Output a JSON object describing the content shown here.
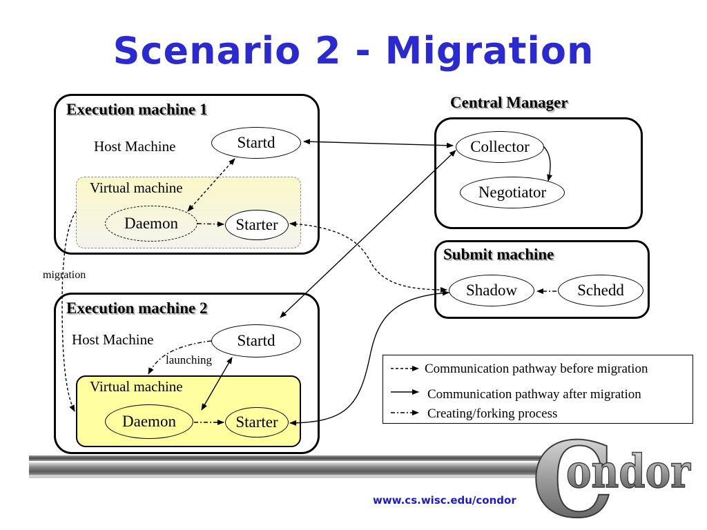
{
  "title": "Scenario 2 - Migration",
  "central_manager": {
    "heading": "Central Manager",
    "collector": "Collector",
    "negotiator": "Negotiator"
  },
  "exec1": {
    "heading": "Execution machine 1",
    "host_label": "Host Machine",
    "startd": "Startd",
    "vm_label": "Virtual machine",
    "daemon": "Daemon",
    "starter": "Starter"
  },
  "exec2": {
    "heading": "Execution machine 2",
    "host_label": "Host Machine",
    "startd": "Startd",
    "launching": "launching",
    "vm_label": "Virtual machine",
    "daemon": "Daemon",
    "starter": "Starter"
  },
  "migration_label": "migration",
  "submit": {
    "heading": "Submit machine",
    "shadow": "Shadow",
    "schedd": "Schedd"
  },
  "legend": {
    "before": "Communication pathway before migration",
    "after": "Communication pathway after migration",
    "forking": "Creating/forking process"
  },
  "logo": {
    "big_letter": "C",
    "rest": "ondor"
  },
  "url": "www.cs.wisc.edu/condor",
  "colors": {
    "title": "#2a2ad0",
    "vm1_fill_top": "#fbf8c8",
    "vm2_fill": "#ffffa0",
    "url": "#1a1ad0"
  }
}
